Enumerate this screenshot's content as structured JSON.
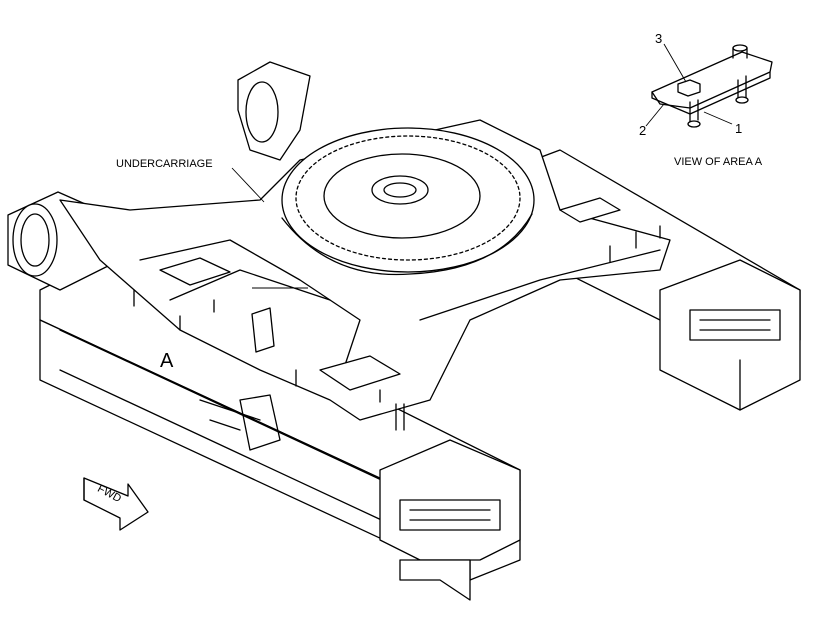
{
  "labels": {
    "undercarriage": "UNDERCARRIAGE",
    "view_of_area": "VIEW OF AREA A",
    "area_marker": "A",
    "forward_arrow": "FWD",
    "callout_1": "1",
    "callout_2": "2",
    "callout_3": "3"
  }
}
